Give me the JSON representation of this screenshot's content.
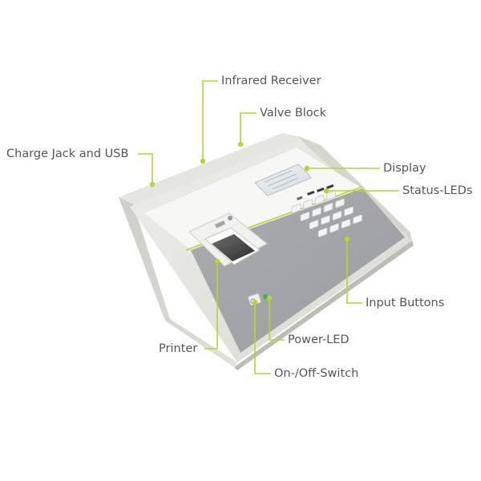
{
  "diagram": {
    "accent_color": "#b8d433",
    "labels": {
      "infrared_receiver": "Infrared Receiver",
      "valve_block": "Valve Block",
      "charge_jack_usb": "Charge Jack and USB",
      "display": "Display",
      "status_leds": "Status-LEDs",
      "input_buttons": "Input Buttons",
      "printer": "Printer",
      "power_led": "Power-LED",
      "on_off_switch": "On-/Off-Switch"
    }
  }
}
